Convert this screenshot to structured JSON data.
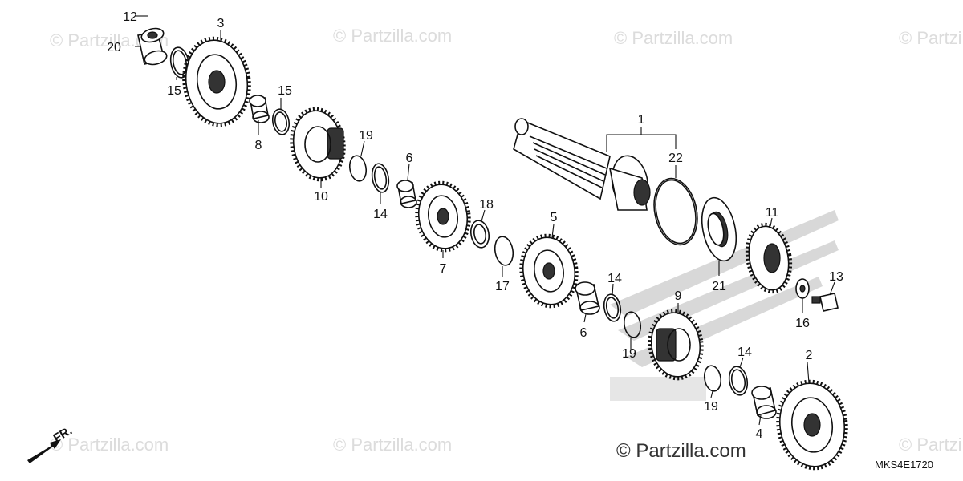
{
  "diagram": {
    "part_numbers": [
      "1",
      "2",
      "3",
      "4",
      "5",
      "6",
      "6",
      "7",
      "8",
      "9",
      "10",
      "11",
      "12",
      "13",
      "14",
      "14",
      "14",
      "15",
      "15",
      "16",
      "17",
      "18",
      "19",
      "19",
      "19",
      "20",
      "21",
      "22"
    ],
    "drawing_code": "MKS4E1720",
    "direction_marker": "FR.",
    "watermark": "© Partzilla.com",
    "watermark_main": "© Partzilla.com"
  }
}
